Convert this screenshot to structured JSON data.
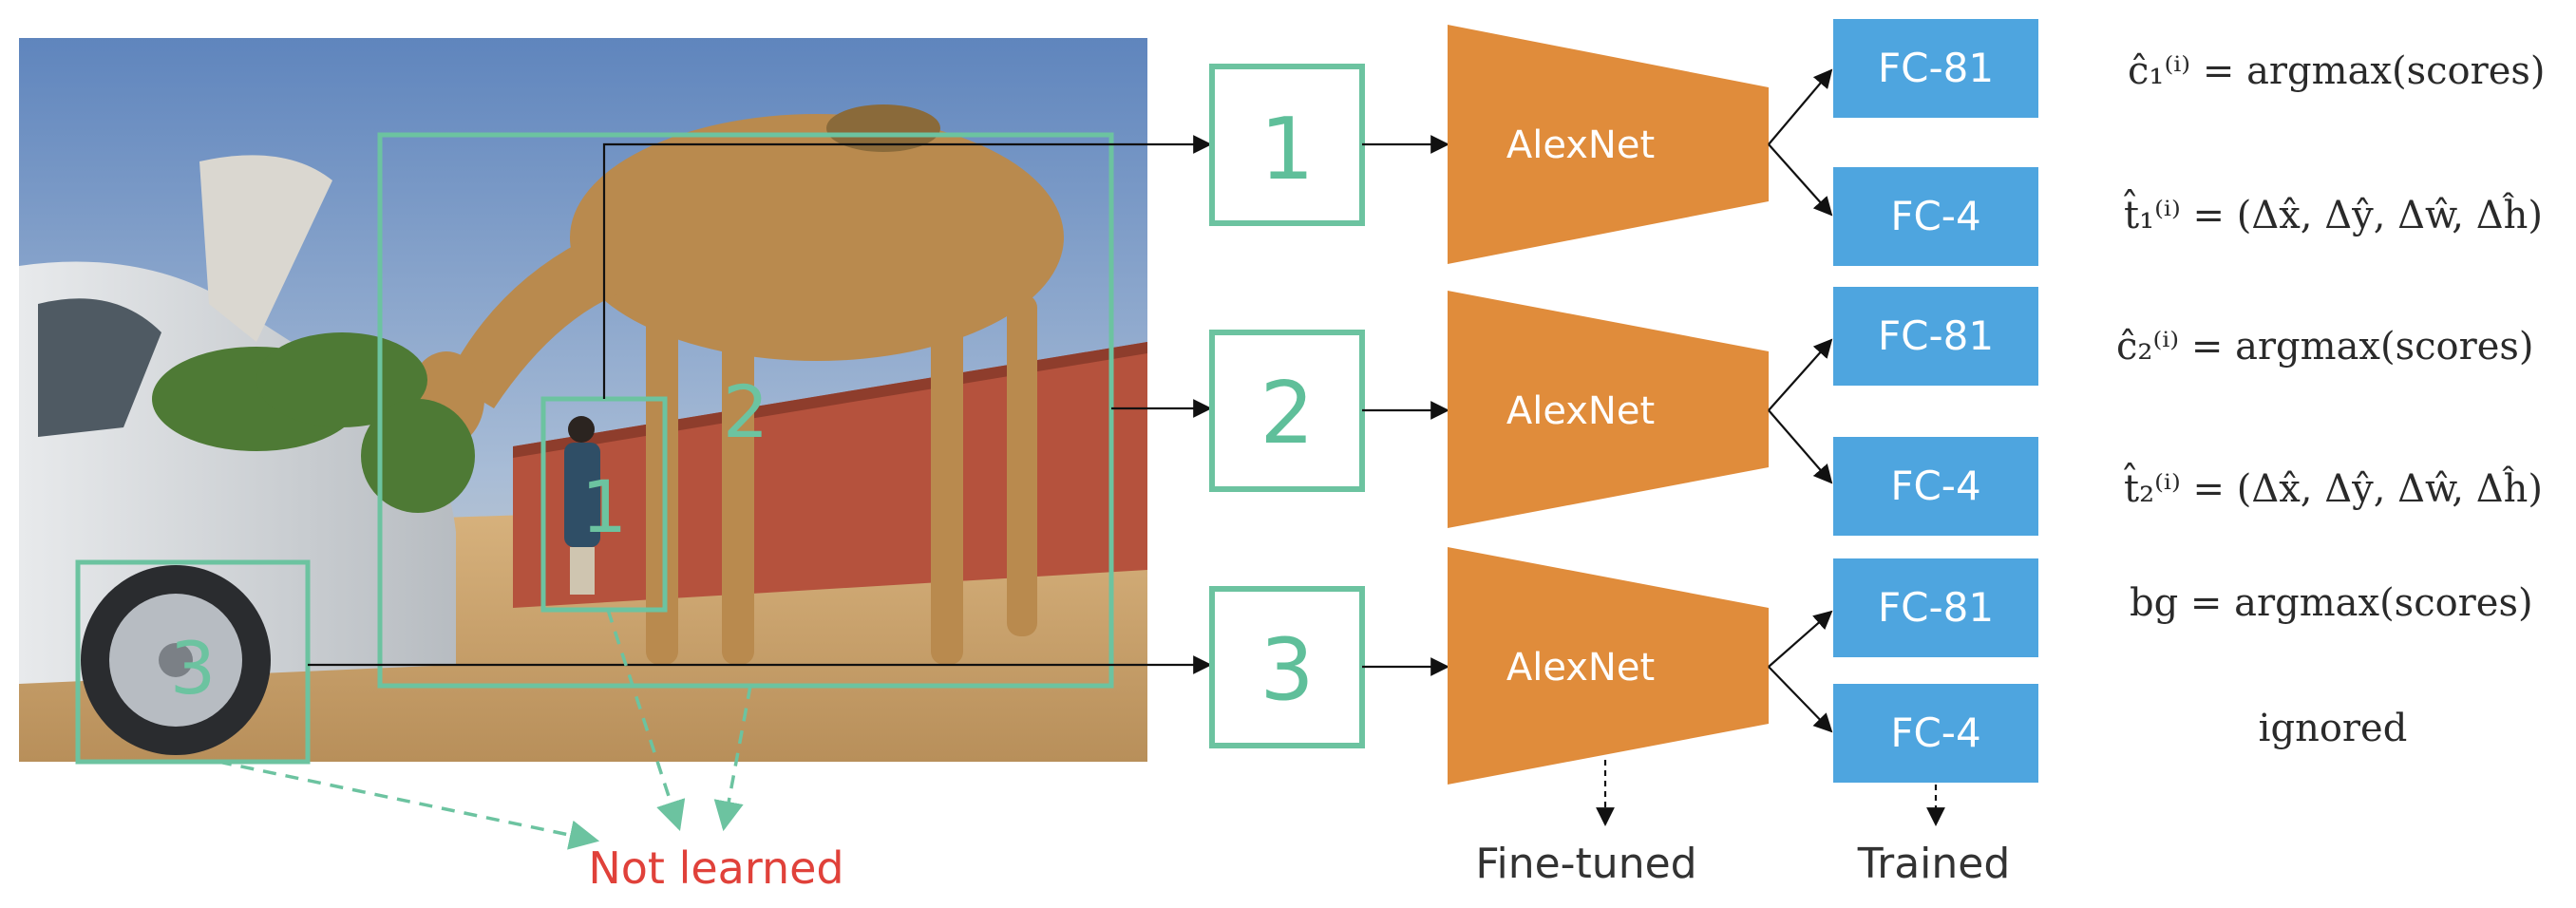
{
  "photo": {
    "alt": "camel eating from car trunk",
    "region_labels": [
      "1",
      "2",
      "3"
    ]
  },
  "crops": [
    "1",
    "2",
    "3"
  ],
  "networks": {
    "label": "AlexNet",
    "branches": [
      {
        "fc_top": "FC-81",
        "fc_bottom": "FC-4"
      },
      {
        "fc_top": "FC-81",
        "fc_bottom": "FC-4"
      },
      {
        "fc_top": "FC-81",
        "fc_bottom": "FC-4"
      }
    ]
  },
  "outputs": {
    "row1": "ĉ₁⁽ⁱ⁾ = argmax(scores)",
    "row2": "t̂₁⁽ⁱ⁾ = (Δx̂, Δŷ, Δŵ, Δĥ)",
    "row3": "ĉ₂⁽ⁱ⁾ = argmax(scores)",
    "row4": "t̂₂⁽ⁱ⁾ = (Δx̂, Δŷ, Δŵ, Δĥ)",
    "row5": "bg = argmax(scores)",
    "row6": "ignored"
  },
  "captions": {
    "fine_tuned": "Fine-tuned",
    "trained": "Trained",
    "not_learned": "Not learned"
  },
  "colors": {
    "box_green": "#6cc3a0",
    "net_orange": "#e08c3b",
    "fc_blue": "#4ea5df",
    "not_learned_red": "#e0413a"
  }
}
